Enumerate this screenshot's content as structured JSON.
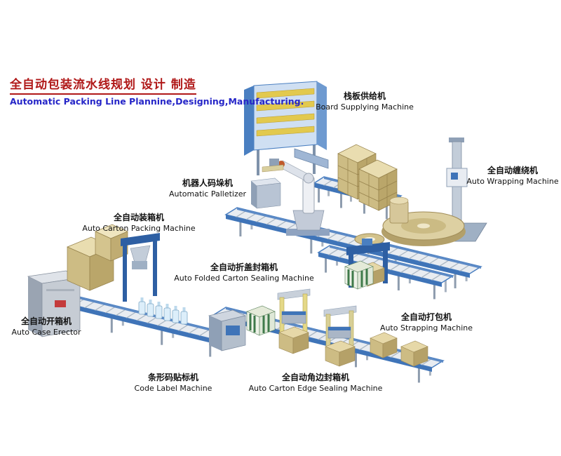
{
  "title": {
    "zh": "全自动包装流水线规划 设计 制造",
    "en": "Automatic Packing Line Plannine,Designing,Manufacturing."
  },
  "colors": {
    "title_zh": "#b01818",
    "title_en": "#2626c8",
    "label_text": "#111111",
    "conveyor_frame": "#4a7fc1",
    "carton_tan": "#d9c78f",
    "machine_blue": "#2e5fa3"
  },
  "labels": {
    "board_supplying": {
      "zh": "栈板供给机",
      "en": "Board Supplying Machine"
    },
    "auto_wrapping": {
      "zh": "全自动缠绕机",
      "en": "Auto Wrapping Machine"
    },
    "automatic_palletizer": {
      "zh": "机器人码垛机",
      "en": "Automatic Palletizer"
    },
    "auto_carton_packing": {
      "zh": "全自动装箱机",
      "en": "Auto Carton Packing Machine"
    },
    "auto_folded_carton_sealing": {
      "zh": "全自动折盖封箱机",
      "en": "Auto Folded Carton Sealing Machine"
    },
    "auto_case_erector": {
      "zh": "全自动开箱机",
      "en": "Auto Case Erector"
    },
    "auto_strapping": {
      "zh": "全自动打包机",
      "en": "Auto Strapping Machine"
    },
    "code_label": {
      "zh": "条形码贴标机",
      "en": "Code Label Machine"
    },
    "auto_carton_edge_sealing": {
      "zh": "全自动角边封箱机",
      "en": "Auto Carton Edge Sealing Machine"
    }
  }
}
